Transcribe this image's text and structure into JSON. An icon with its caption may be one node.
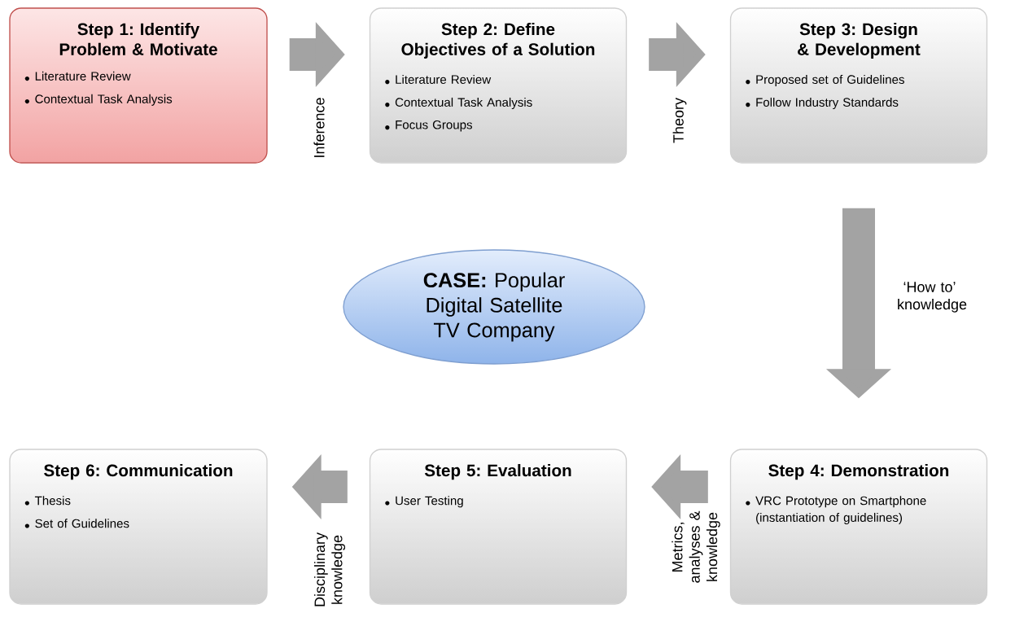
{
  "diagram": {
    "nodes": [
      {
        "text": [
          "Step 1: Identify Problem & Motivate",
          "Literature Review",
          "Contextual Task Analysis"
        ]
      },
      {
        "text": [
          "Step 2: Define Objectives of a Solution",
          "Literature Review",
          "Contextual Task Analysis",
          "Focus Groups"
        ]
      },
      {
        "text": [
          "Step 3: Design & Development",
          "Proposed set of Guidelines",
          "Follow Industry Standards"
        ]
      },
      {
        "text": [
          "Step 4: Demonstration",
          "VRC Prototype on Smartphone (instantiation of guidelines)"
        ]
      },
      {
        "text": [
          "Step 5: Evaluation",
          "User Testing"
        ]
      },
      {
        "text": [
          "Step 6: Communication",
          "Thesis",
          "Set of Guidelines"
        ]
      },
      {
        "text": [
          "**CASE:** Popular Digital Satellite TV Company"
        ]
      }
    ],
    "edges": [
      {
        "from": 0,
        "to": 1,
        "arrow": "to",
        "label": "Inference"
      },
      {
        "from": 1,
        "to": 2,
        "arrow": "to",
        "label": "Theory"
      },
      {
        "from": 2,
        "to": 3,
        "arrow": "to",
        "label": "‘How to’ knowledge"
      },
      {
        "from": 3,
        "to": 4,
        "arrow": "to",
        "label": "Metrics, analyses & knowledge"
      },
      {
        "from": 4,
        "to": 5,
        "arrow": "to",
        "label": "Disciplinary knowledge"
      }
    ]
  }
}
